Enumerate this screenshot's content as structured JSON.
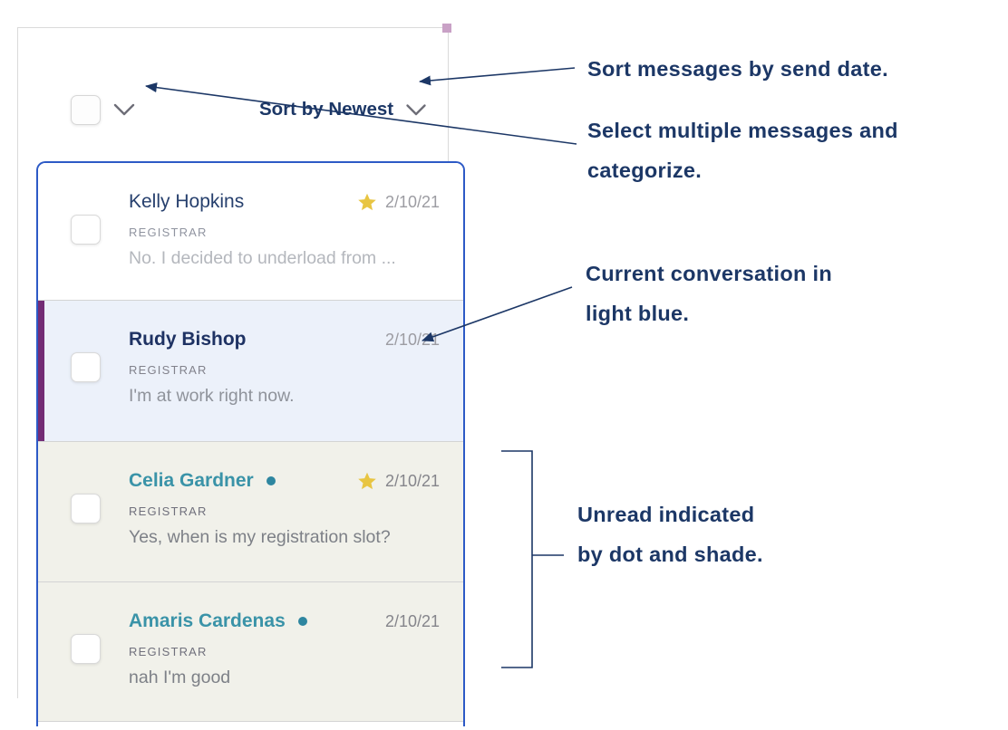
{
  "panel": {
    "header": {
      "sort_label": "Sort by Newest"
    },
    "messages": [
      {
        "name": "Kelly Hopkins",
        "role": "REGISTRAR",
        "preview": "No. I decided to underload from ...",
        "date": "2/10/21",
        "starred": true,
        "unread": false,
        "current": false
      },
      {
        "name": "Rudy Bishop",
        "role": "REGISTRAR",
        "preview": "I'm at work right now.",
        "date": "2/10/21",
        "starred": false,
        "unread": false,
        "current": true
      },
      {
        "name": "Celia Gardner",
        "role": "REGISTRAR",
        "preview": "Yes, when is my registration slot?",
        "date": "2/10/21",
        "starred": true,
        "unread": true,
        "current": false
      },
      {
        "name": "Amaris Cardenas",
        "role": "REGISTRAR",
        "preview": "nah I'm good",
        "date": "2/10/21",
        "starred": false,
        "unread": true,
        "current": false
      }
    ]
  },
  "annotations": {
    "sort": {
      "line1": "Sort messages by send date."
    },
    "select": {
      "line1": "Select multiple messages and",
      "line2": "categorize."
    },
    "current": {
      "line1": "Current conversation in",
      "line2": "light blue."
    },
    "unread": {
      "line1": "Unread indicated",
      "line2": "by dot and shade."
    }
  },
  "icons": {
    "header_select": "chevron-down",
    "sort_dropdown": "chevron-down",
    "starred": "star-filled",
    "unread_indicator": "dot"
  },
  "colors": {
    "annotation_navy": "#1c3766",
    "list_focus_border_blue": "#2d5ac6",
    "current_conversation_bg": "#ecf1fa",
    "current_conversation_bar_purple": "#732c75",
    "unread_bg": "#f1f1ea",
    "unread_teal": "#3a93a8",
    "unread_dot_teal": "#2e86a0",
    "read_name_navy": "#27406e",
    "star_gold": "#e8c542",
    "scroll_indicator_mauve": "#c9a1c6"
  }
}
